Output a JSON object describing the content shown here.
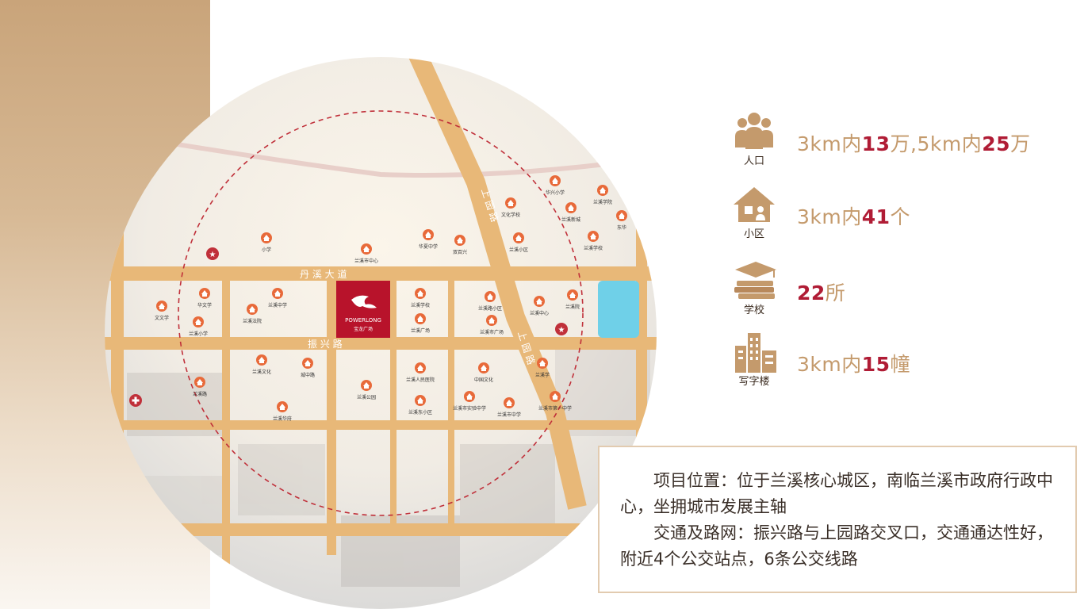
{
  "map": {
    "roads": {
      "danxi": "丹 溪 大 道",
      "zhenxing": "振 兴 路",
      "shangyuan_top": "上 园 路",
      "shangyuan_mid": "上 园 路"
    },
    "project": {
      "brand": "POWERLONG",
      "name": "宝龙广场"
    },
    "places": [
      "文文学",
      "华文学",
      "兰溪法院",
      "兰溪中学",
      "兰溪小学",
      "小学",
      "兰溪市中心",
      "华夏中学",
      "双百兴",
      "兰溪学校",
      "兰溪广场",
      "兰溪路小区",
      "兰溪市广场",
      "兰溪中心",
      "兰溪院",
      "文化学校",
      "华兴小学",
      "兰溪学院",
      "兰溪新城",
      "兰溪学校",
      "东华",
      "兰溪小区",
      "兰溪文化",
      "城中路",
      "兰溪路",
      "兰溪华府",
      "兰溪公园",
      "兰溪人民医院",
      "兰溪东小区",
      "中国文化",
      "兰溪市实验中学",
      "兰溪市中学",
      "兰溪学",
      "兰溪市第一中学"
    ]
  },
  "stats": [
    {
      "icon": "people-icon",
      "caption": "人口",
      "parts": [
        {
          "t": "3km内"
        },
        {
          "t": "13",
          "n": true
        },
        {
          "t": "万,5km内"
        },
        {
          "t": "25",
          "n": true
        },
        {
          "t": "万"
        }
      ]
    },
    {
      "icon": "house-icon",
      "caption": "小区",
      "parts": [
        {
          "t": "3km内"
        },
        {
          "t": "41",
          "n": true
        },
        {
          "t": "个"
        }
      ]
    },
    {
      "icon": "school-icon",
      "caption": "学校",
      "parts": [
        {
          "t": "22",
          "n": true
        },
        {
          "t": "所"
        }
      ]
    },
    {
      "icon": "office-building-icon",
      "caption": "写字楼",
      "parts": [
        {
          "t": "3km内"
        },
        {
          "t": "15",
          "n": true
        },
        {
          "t": "幢"
        }
      ]
    }
  ],
  "description": {
    "location": "项目位置：位于兰溪核心城区，南临兰溪市政府行政中心，坐拥城市发展主轴",
    "traffic": "交通及路网：振兴路与上园路交叉口，交通通达性好，附近4个公交站点，6条公交线路"
  },
  "colors": {
    "accent_gold": "#c49a6c",
    "number_red": "#b01c35",
    "road": "#e8b878",
    "project_block": "#b8132b",
    "poi": "#e86a3a",
    "park": "#6fd0e8"
  }
}
